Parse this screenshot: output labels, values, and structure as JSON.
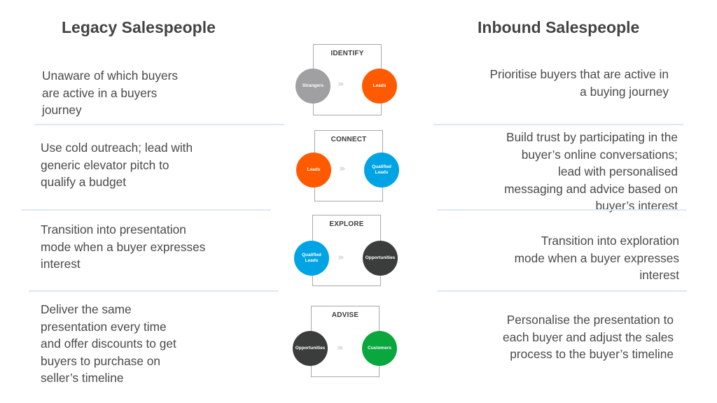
{
  "titles": {
    "left": "Legacy Salespeople",
    "right": "Inbound Salespeople"
  },
  "colors": {
    "gray": "#a0a0a2",
    "orange": "#ff5a00",
    "blue": "#00a4e4",
    "dark": "#3a3d3c",
    "green": "#0aa63e",
    "divider": "#dde8f2"
  },
  "stages": [
    {
      "label": "IDENTIFY",
      "from": {
        "text": "Strangers",
        "color": "#a0a0a2"
      },
      "to": {
        "text": "Leads",
        "color": "#ff5a00"
      },
      "arrow": "›››"
    },
    {
      "label": "CONNECT",
      "from": {
        "text": "Leads",
        "color": "#ff5a00"
      },
      "to": {
        "text": "Qualified\nLeads",
        "color": "#00a4e4"
      },
      "arrow": "›››"
    },
    {
      "label": "EXPLORE",
      "from": {
        "text": "Qualified\nLeads",
        "color": "#00a4e4"
      },
      "to": {
        "text": "Opportunities",
        "color": "#3a3d3c"
      },
      "arrow": "›››"
    },
    {
      "label": "ADVISE",
      "from": {
        "text": "Opportunities",
        "color": "#3a3d3c"
      },
      "to": {
        "text": "Customers",
        "color": "#0aa63e"
      },
      "arrow": "›››"
    }
  ],
  "legacy": [
    "Unaware of which buyers\nare active in a buyers\njourney",
    "Use cold outreach; lead with\ngeneric elevator pitch to\nqualify a budget",
    "Transition into presentation\nmode when a buyer expresses\ninterest",
    "Deliver the same\npresentation every time\nand offer discounts to get\nbuyers to purchase on\nseller’s timeline"
  ],
  "inbound": [
    "Prioritise buyers that are active in\na buying journey",
    "Build trust by participating in the\nbuyer’s online conversations;\nlead with personalised\nmessaging and advice based on\nbuyer’s interest",
    "Transition into exploration\nmode when a buyer expresses\ninterest",
    "Personalise the presentation to\neach buyer and adjust the sales\nprocess to the buyer’s timeline"
  ]
}
